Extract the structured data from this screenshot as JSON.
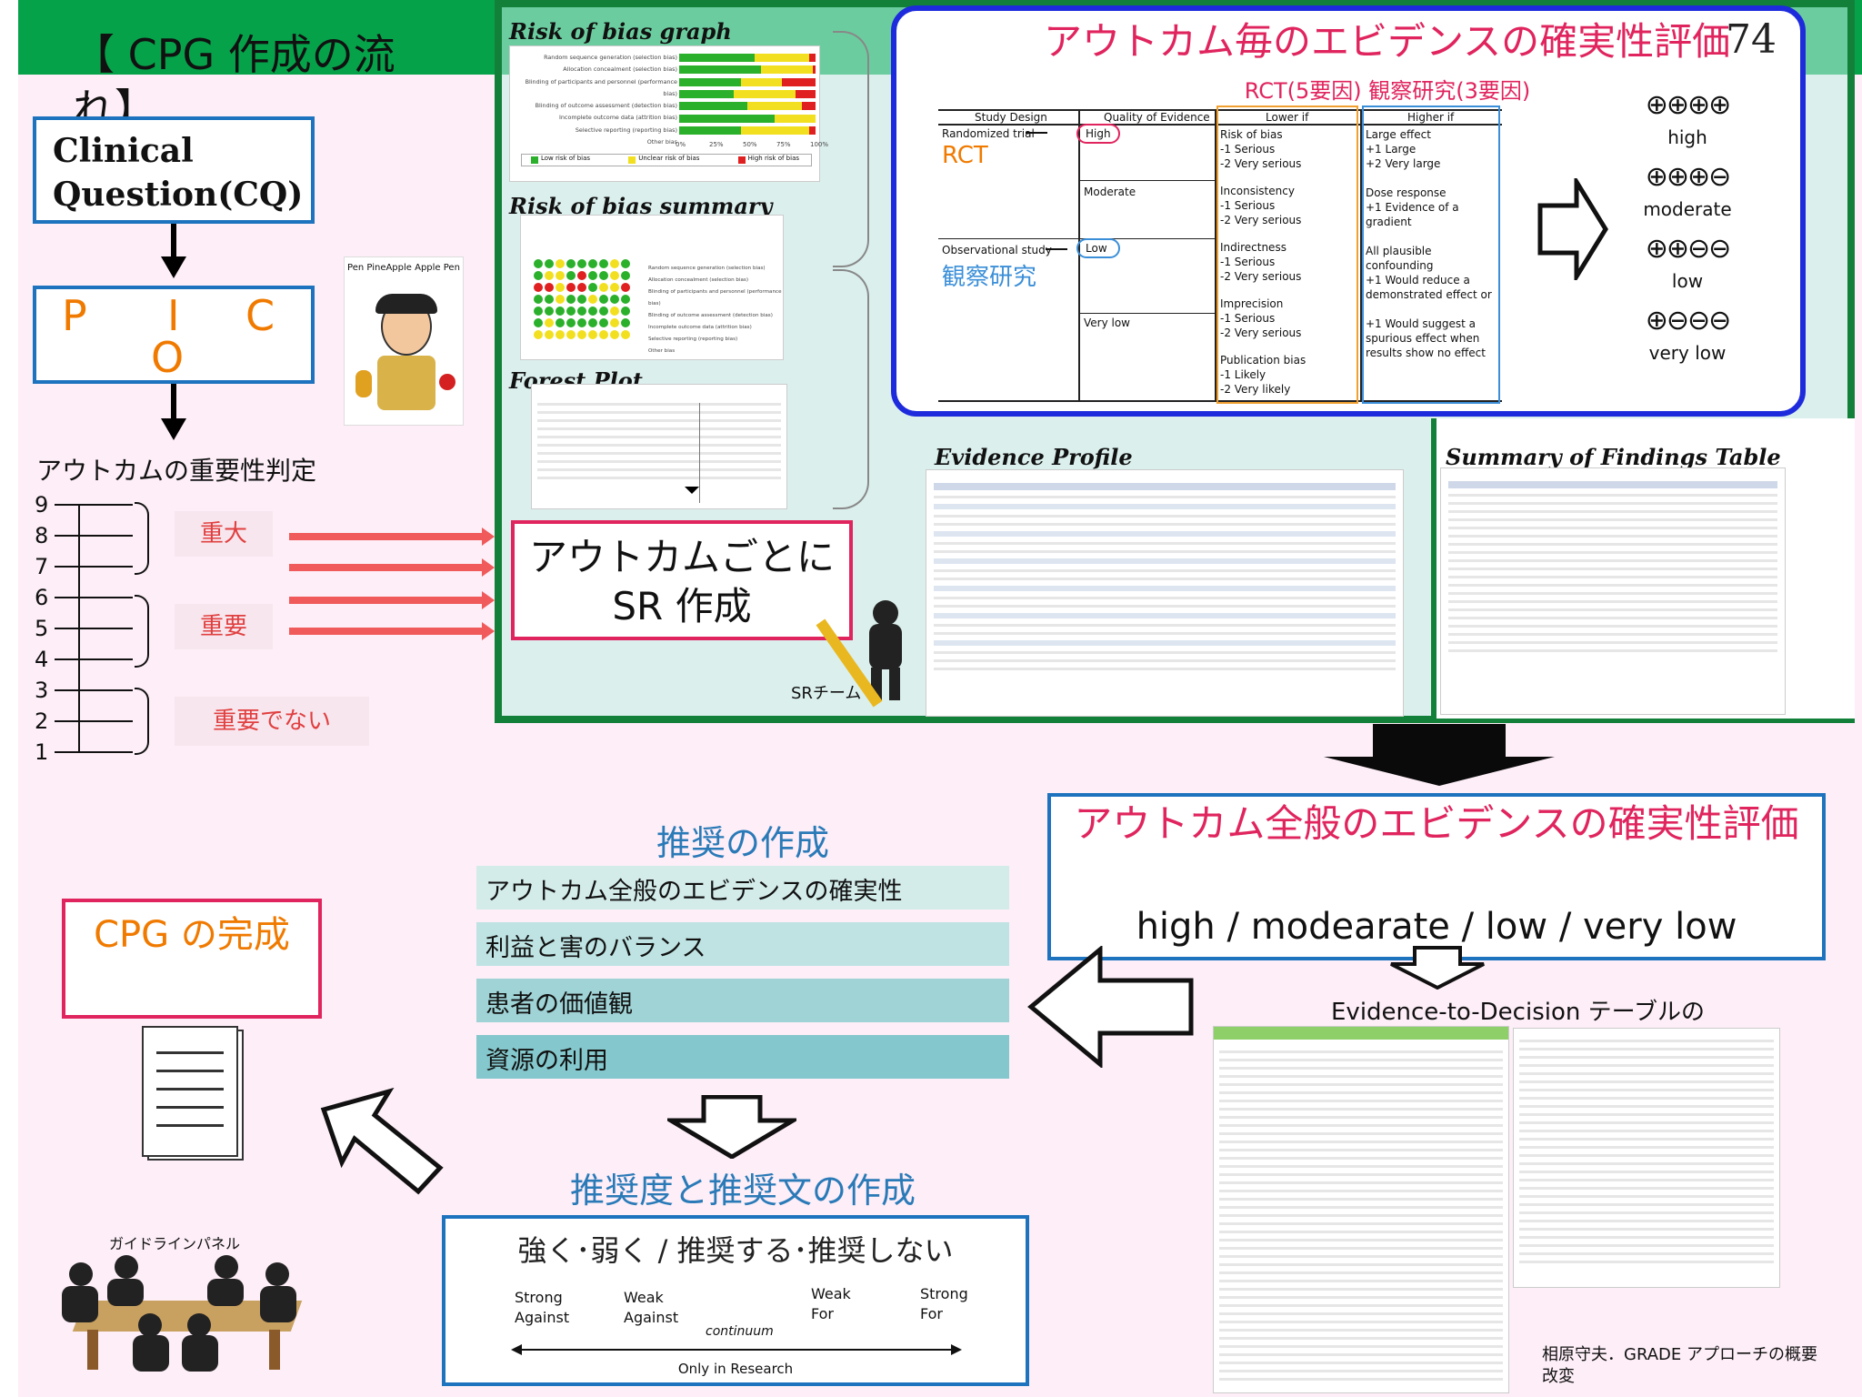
{
  "page_number": "74",
  "left": {
    "title": "【 CPG 作成の流れ】",
    "cq": "Clinical Question(CQ)",
    "pico": {
      "p": "P",
      "i": "I",
      "c": "C",
      "o": "O"
    },
    "importance_title": "アウトカムの重要性判定",
    "scale": [
      "9",
      "8",
      "7",
      "6",
      "5",
      "4",
      "3",
      "2",
      "1"
    ],
    "critical": "重大",
    "important": "重要",
    "not_important": "重要でない",
    "ppap_caption": "Pen PineApple Apple Pen"
  },
  "sr": {
    "rob_graph_title": "Risk of bias graph",
    "rob_graph_rows": [
      "Random sequence generation (selection bias)",
      "Allocation concealment (selection bias)",
      "Blinding of participants and personnel (performance bias)",
      "Blinding of outcome assessment (detection bias)",
      "Incomplete outcome data (attrition bias)",
      "Selective reporting (reporting bias)",
      "Other bias"
    ],
    "rob_graph_axis": [
      "0%",
      "25%",
      "50%",
      "75%",
      "100%"
    ],
    "rob_graph_legend": [
      "Low risk of bias",
      "Unclear risk of bias",
      "High risk of bias"
    ],
    "rob_summary_title": "Risk of bias summary",
    "forest_title": "Forest Plot",
    "per_outcome_sr": "アウトカムごとに SR 作成",
    "sr_team": "SRチーム",
    "evidence_profile_title": "Evidence Profile",
    "sof_title": "Summary of Findings Table"
  },
  "certainty": {
    "title": "アウトカム毎のエビデンスの確実性評価",
    "subtitle": "RCT(5要因) 観察研究(3要因)",
    "table": {
      "study_design": "Study Design",
      "quality": "Quality of Evidence",
      "lower": "Lower if",
      "higher": "Higher if",
      "rct_row": "Randomized trial",
      "rct_big": "RCT",
      "obs_row": "Observational study",
      "obs_big": "観察研究",
      "levels": [
        "High",
        "Moderate",
        "Low",
        "Very low"
      ],
      "lower_items": [
        [
          "Risk of bias",
          "-1 Serious",
          "-2 Very serious"
        ],
        [
          "Inconsistency",
          "-1 Serious",
          "-2 Very serious"
        ],
        [
          "Indirectness",
          "-1 Serious",
          "-2 Very serious"
        ],
        [
          "Imprecision",
          "-1 Serious",
          "-2 Very serious"
        ],
        [
          "Publication bias",
          "-1 Likely",
          "-2 Very likely"
        ]
      ],
      "higher_items": [
        [
          "Large effect",
          "+1 Large",
          "+2 Very large"
        ],
        [
          "Dose response",
          "+1 Evidence of a gradient"
        ],
        [
          "All plausible confounding",
          "+1 Would reduce a",
          "demonstrated effect or"
        ],
        [
          "+1 Would suggest a",
          "spurious effect when",
          "results show no effect"
        ]
      ]
    },
    "grades": [
      {
        "symbols": "⊕⊕⊕⊕",
        "label": "high"
      },
      {
        "symbols": "⊕⊕⊕⊖",
        "label": "moderate"
      },
      {
        "symbols": "⊕⊕⊖⊖",
        "label": "low"
      },
      {
        "symbols": "⊕⊖⊖⊖",
        "label": "very low"
      }
    ]
  },
  "overall": {
    "title": "アウトカム全般のエビデンスの確実性評価",
    "levels": "high / modearate / low / very low",
    "etd": "Evidence-to-Decision テーブルの作成"
  },
  "recommendation": {
    "title": "推奨の作成",
    "items": [
      "アウトカム全般のエビデンスの確実性",
      "利益と害のバランス",
      "患者の価値観",
      "資源の利用"
    ],
    "strength_title": "推奨度と推奨文の作成",
    "strength_line": "強く･弱く / 推奨する･推奨しない",
    "scale_labels": [
      [
        "Strong",
        "Against"
      ],
      [
        "Weak",
        "Against"
      ],
      [
        "Weak",
        "For"
      ],
      [
        "Strong",
        "For"
      ]
    ],
    "continuum": "continuum",
    "only_research": "Only in Research"
  },
  "cpg": {
    "title": "CPG の完成",
    "panel": "ガイドラインパネル"
  },
  "citation": "相原守夫．GRADE アプローチの概要改変"
}
